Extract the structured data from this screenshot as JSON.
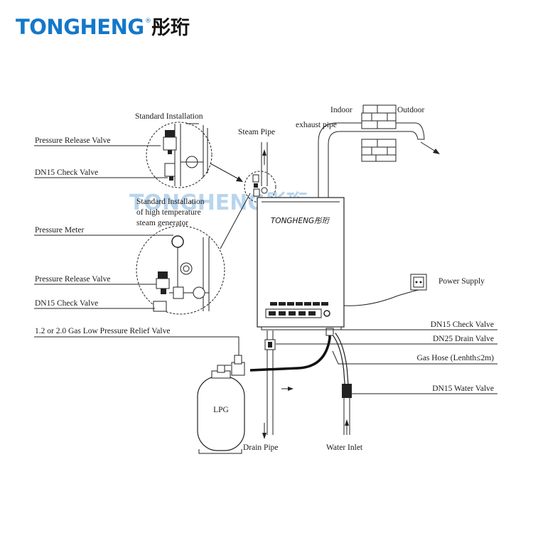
{
  "brand": {
    "name": "TONGHENG",
    "name_cn": "彤珩",
    "color": "#1478c8",
    "registered": "®"
  },
  "watermark": {
    "text": "TONGHENG彤珩",
    "color": "#7fb3e0"
  },
  "device": {
    "logo": "TONGHENG彤珩"
  },
  "labels": {
    "standard_installation": "Standard Installation",
    "steam_pipe": "Steam Pipe",
    "indoor": "Indoor",
    "outdoor": "Outdoor",
    "exhaust_pipe": "exhaust pipe",
    "pressure_release_valve_1": "Pressure Release Valve",
    "dn15_check_valve_1": "DN15 Check Valve",
    "std_install_high_temp": [
      "Standard Installation",
      "of high temperature",
      "steam generator"
    ],
    "pressure_meter": "Pressure Meter",
    "pressure_release_valve_2": "Pressure Release Valve",
    "dn15_check_valve_2": "DN15 Check Valve",
    "power_supply": "Power Supply",
    "gas_low_pressure_relief": "1.2 or 2.0 Gas Low Pressure Relief Valve",
    "dn15_check_valve_right": "DN15 Check Valve",
    "dn25_drain_valve": "DN25 Drain Valve",
    "gas_hose": "Gas Hose (Lenhth≤2m)",
    "dn15_water_valve": "DN15 Water Valve",
    "lpg": "LPG",
    "drain_pipe": "Drain Pipe",
    "water_inlet": "Water Inlet"
  }
}
